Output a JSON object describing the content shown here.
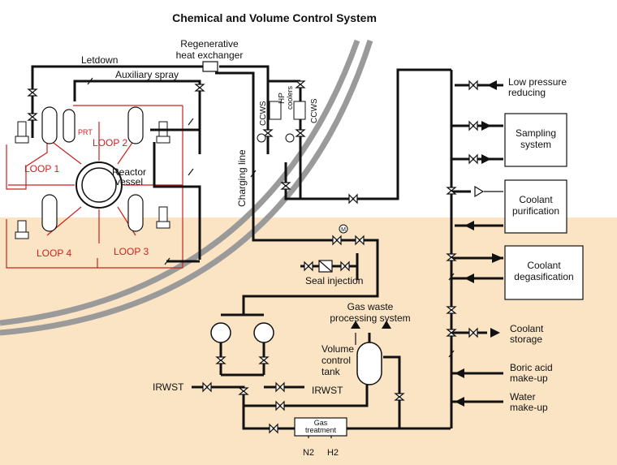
{
  "title": "Chemical and Volume Control System",
  "labels": {
    "letdown": "Letdown",
    "regen_hx_1": "Regenerative",
    "regen_hx_2": "heat exchanger",
    "aux_spray": "Auxiliary spray",
    "prt": "PRT",
    "loop1": "LOOP 1",
    "loop2": "LOOP 2",
    "loop3": "LOOP 3",
    "loop4": "LOOP 4",
    "reactor_1": "Reactor",
    "reactor_2": "vessel",
    "ccws_left": "CCWS",
    "hp_coolers_1": "HP",
    "hp_coolers_2": "coolers",
    "ccws_right": "CCWS",
    "charging_line": "Charging line",
    "low_pressure_1": "Low pressure",
    "low_pressure_2": "reducing",
    "sampling_1": "Sampling",
    "sampling_2": "system",
    "purification_1": "Coolant",
    "purification_2": "purification",
    "degas_1": "Coolant",
    "degas_2": "degasification",
    "storage_1": "Coolant",
    "storage_2": "storage",
    "boric_1": "Boric acid",
    "boric_2": "make-up",
    "water_1": "Water",
    "water_2": "make-up",
    "seal_injection": "Seal injection",
    "gas_waste_1": "Gas waste",
    "gas_waste_2": "processing system",
    "vct_1": "Volume",
    "vct_2": "control",
    "vct_3": "tank",
    "irwst_left": "IRWST",
    "irwst_right": "IRWST",
    "gas_treat_1": "Gas",
    "gas_treat_2": "treatment",
    "n2": "N2",
    "h2": "H2",
    "motor": "M"
  },
  "colors": {
    "containment_fill": "#fbe4c4",
    "pipe": "#111111",
    "loop_red": "#cc2222",
    "containment_wall": "#9a9a9a"
  }
}
